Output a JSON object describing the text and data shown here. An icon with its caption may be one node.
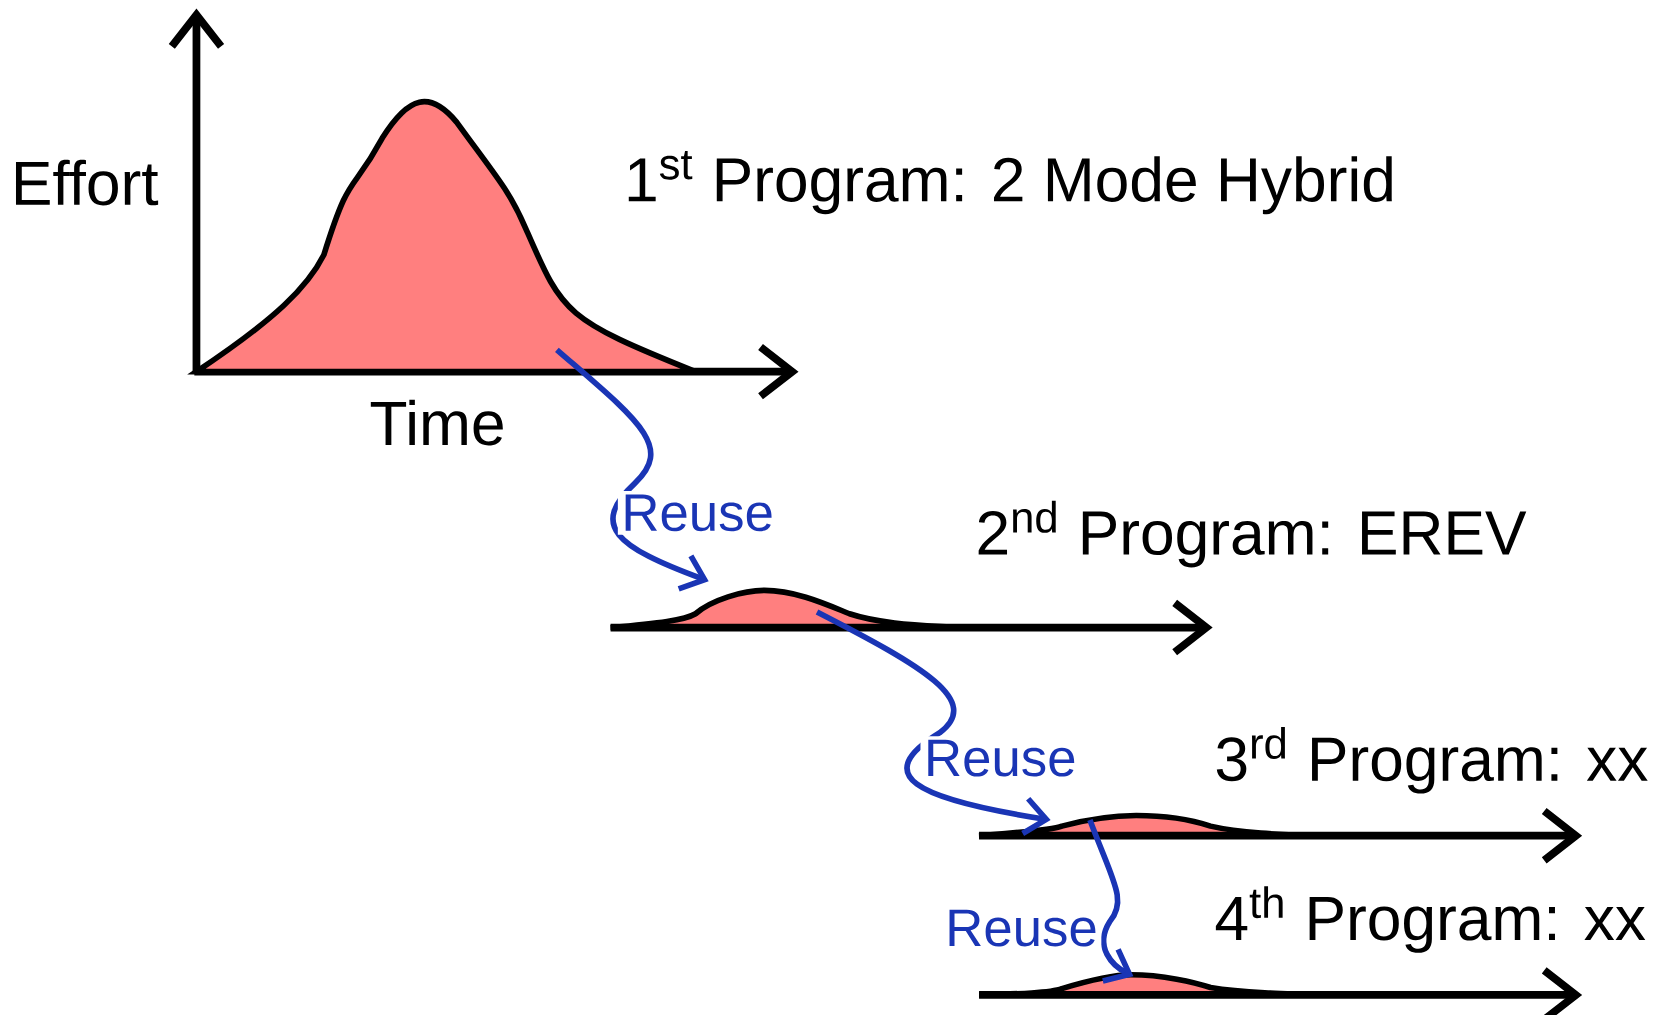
{
  "diagram": {
    "nodes": [
      {
        "text": [],
        "shape": "curve",
        "beside": [
          "1$^{st}$ Program: 2 Mode Hybrid"
        ]
      },
      {
        "text": [],
        "shape": "curve",
        "beside": [
          "2$^{nd}$ Program: EREV"
        ]
      },
      {
        "text": [],
        "shape": "curve",
        "beside": [
          "3$^{rd}$ Program: xx"
        ]
      },
      {
        "text": [],
        "shape": "curve",
        "beside": [
          "4$^{th}$ Program: xx"
        ]
      }
    ],
    "edges": [
      {
        "from": 0,
        "to": 1,
        "arrow": "to",
        "label": "Reuse"
      },
      {
        "from": 1,
        "to": 2,
        "arrow": "to",
        "label": "Reuse"
      },
      {
        "from": 2,
        "to": 3,
        "arrow": "to",
        "label": "Reuse"
      }
    ],
    "labels": [
      "Effort",
      "Time"
    ]
  }
}
